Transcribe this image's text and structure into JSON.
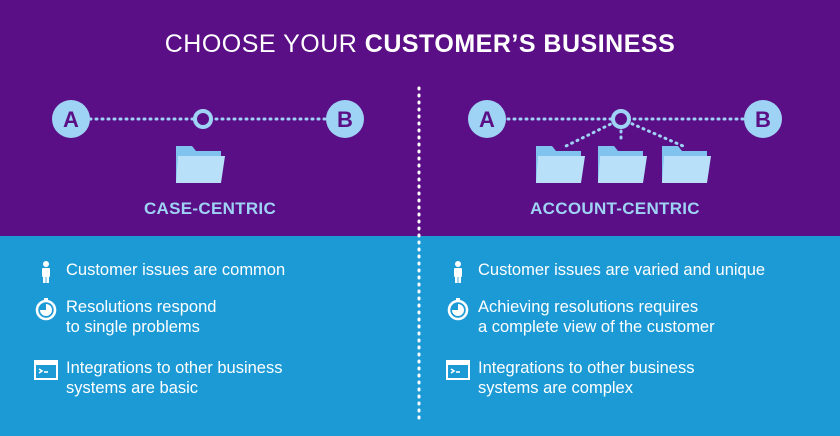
{
  "title": {
    "prefix": "CHOOSE YOUR ",
    "bold": "CUSTOMER’S BUSINESS"
  },
  "colors": {
    "top_bg": "#5b0f86",
    "bottom_bg": "#1b9ad6",
    "node_fill": "#9fd3f5",
    "node_text": "#5b0f86",
    "label_color": "#9fd3f5"
  },
  "left": {
    "node_a": "A",
    "node_b": "B",
    "label": "CASE-CENTRIC",
    "folders": 1,
    "items": [
      {
        "icon": "person-icon",
        "lines": [
          "Customer issues are common"
        ]
      },
      {
        "icon": "stopwatch-icon",
        "lines": [
          "Resolutions respond",
          "to single problems"
        ]
      },
      {
        "icon": "terminal-window-icon",
        "lines": [
          "Integrations to other business",
          "systems are basic"
        ]
      }
    ]
  },
  "right": {
    "node_a": "A",
    "node_b": "B",
    "label": "ACCOUNT-CENTRIC",
    "folders": 3,
    "items": [
      {
        "icon": "person-icon",
        "lines": [
          "Customer issues are varied and unique"
        ]
      },
      {
        "icon": "stopwatch-icon",
        "lines": [
          "Achieving resolutions requires",
          "a complete view of the customer"
        ]
      },
      {
        "icon": "terminal-window-icon",
        "lines": [
          "Integrations to other business",
          "systems are complex"
        ]
      }
    ]
  }
}
